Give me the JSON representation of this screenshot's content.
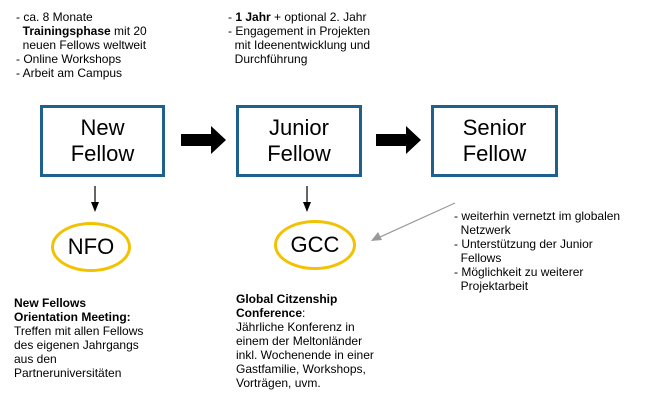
{
  "stages": {
    "new": {
      "line1": "New",
      "line2": "Fellow"
    },
    "junior": {
      "line1": "Junior",
      "line2": "Fellow"
    },
    "senior": {
      "line1": "Senior",
      "line2": "Fellow"
    }
  },
  "events": {
    "nfo": {
      "label": "NFO"
    },
    "gcc": {
      "label": "GCC"
    }
  },
  "notes": {
    "new_top": {
      "line1": "- ca. 8 Monate",
      "line2_bold": "Trainingsphase",
      "line2_rest": " mit 20",
      "line3": "  neuen Fellows weltweit",
      "line4": "- Online Workshops",
      "line5": "- Arbeit am Campus"
    },
    "junior_top": {
      "line1_prefix": "- ",
      "line1_bold": "1 Jahr",
      "line1_rest": " + optional 2. Jahr",
      "line2": "- Engagement in Projekten",
      "line3": "  mit Ideenentwicklung und",
      "line4": "  Durchführung"
    },
    "senior_side": {
      "line1": "- weiterhin vernetzt im globalen",
      "line2": "  Netzwerk",
      "line3": "- Unterstützung der Junior",
      "line4": "  Fellows",
      "line5": "- Möglichkeit zu weiterer",
      "line6": "  Projektarbeit"
    },
    "nfo_desc": {
      "title1": "New Fellows",
      "title2": "Orientation Meeting:",
      "line1": "Treffen mit allen Fellows",
      "line2": "des eigenen Jahrgangs",
      "line3": "aus den",
      "line4": "Partneruniversitäten"
    },
    "gcc_desc": {
      "title1": "Global Citzenship",
      "title2": "Conference",
      "title2_rest": ":",
      "line1": "Jährliche Konferenz in",
      "line2": "einem der Meltonländer",
      "line3": "inkl. Wochenende in einer",
      "line4": "Gastfamilie, Workshops,",
      "line5": "Vorträgen, uvm."
    }
  },
  "colors": {
    "box_border": "#1f618d",
    "ellipse_border": "#f2c200",
    "arrow_main": "#000000",
    "arrow_grey": "#999999"
  }
}
